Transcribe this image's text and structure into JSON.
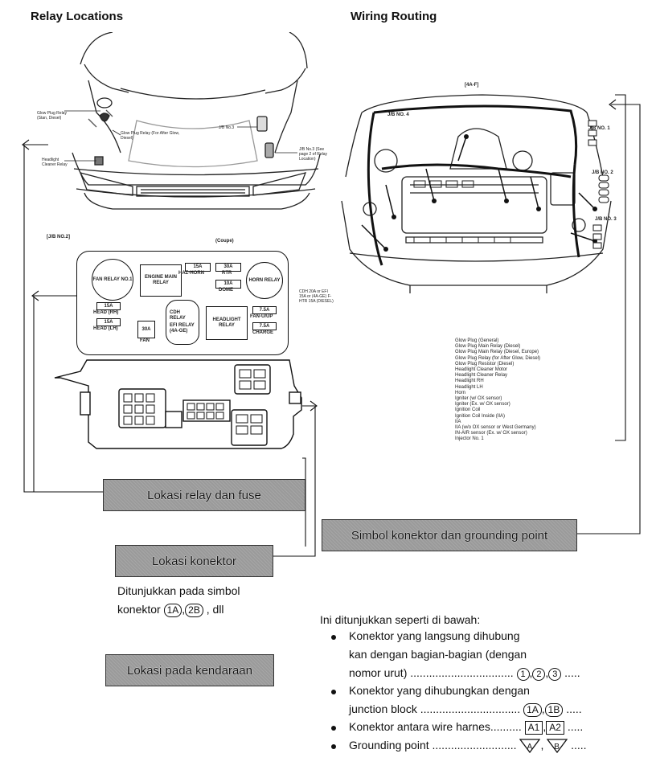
{
  "headings": {
    "relay_locations": "Relay Locations",
    "wiring_routing": "Wiring Routing"
  },
  "relay_callouts": {
    "glow_plug_relay": "Glow Plug Relay (Stan, Diesel)",
    "glow_plug_relay_after": "Glow Plug Relay (For After Glow, Diesel)",
    "headlight_cleaner": "Headlight Cleaner Relay",
    "jb3": "J/B No.3",
    "jb3_see": "J/B No.3 (See page 2 of Relay Location)"
  },
  "jb2": {
    "title": "[J/B NO.2]",
    "coupe": "(Coupe)",
    "fan_relay": "FAN RELAY NO.1",
    "engine_main_relay": "ENGINE MAIN RELAY",
    "fuse_15a_hazhorn": "15A",
    "label_hazhorn": "HAZ-HORN",
    "fuse_30a_rtr": "30A",
    "label_rtr": "RTR",
    "fuse_10a_dome": "10A",
    "label_dome": "DOME",
    "horn_relay": "HORN RELAY",
    "fuse_15a_rh": "15A",
    "label_head_rh": "HEAD (RH)",
    "fuse_15a_lh": "15A",
    "label_head_lh": "HEAD (LH)",
    "fan_fuse": "30A",
    "fan_label": "FAN",
    "cdh_relay": "CDH RELAY",
    "efi_relay": "EFI RELAY (4A-GE)",
    "headlight_relay": "HEADLIGHT RELAY",
    "fuse_75a_fan": "7.5A",
    "label_fan_up": "FAN-U/UP",
    "fuse_75a_charge": "7.5A",
    "label_charge": "CHARGE",
    "side_note": "CDH 20A or EFI 15A or (4A-GE) F-HTR 15A (DIESEL)"
  },
  "wiring": {
    "engine_code": "[4A-F]",
    "jb4": "J/B NO. 4",
    "jb1": "J/B NO. 1",
    "jb2": "J/B NO. 2",
    "jb3": "J/B NO. 3",
    "connector_legend": [
      "Glow Plug (General)",
      "Glow Plug Main Relay (Diesel)",
      "Glow Plug Main Relay (Diesel, Europe)",
      "Glow Plug Relay (for After Glow, Diesel)",
      "Glow Plug Resistor (Diesel)",
      "Headlight Cleaner Motor",
      "Headlight Cleaner Relay",
      "Headlight RH",
      "Headlight LH",
      "Horn",
      "Igniter (w/ OX sensor)",
      "Igniter (Ex. w/ OX sensor)",
      "Ignition Coil",
      "Ignition Coil Inside (IIA)",
      "IIA",
      "IIA (w/o OX sensor or West Germany)",
      "IN-AIR sensor (Ex. w/ OX sensor)",
      "Injector No. 1"
    ]
  },
  "labels": {
    "lokasi_relay": "Lokasi relay dan fuse",
    "simbol_konektor": "Simbol konektor dan grounding point",
    "lokasi_konektor": "Lokasi konektor",
    "lokasi_kendaraan": "Lokasi pada kendaraan"
  },
  "connector_note": {
    "line1": "Ditunjukkan pada simbol",
    "line2_pre": "konektor",
    "sym1": "1A",
    "sym2": "2B",
    "line2_post": ", dll"
  },
  "explanation": {
    "intro": "Ini ditunjukkan seperti di bawah:",
    "item1_line1": "Konektor yang langsung dihubung",
    "item1_line2": "kan dengan bagian-bagian (dengan",
    "item1_line3": "nomor urut) .................................",
    "item1_syms": [
      "1",
      "2",
      "3"
    ],
    "item2_line1": "Konektor yang dihubungkan dengan",
    "item2_line2": "junction block ................................",
    "item2_syms": [
      "1A",
      "1B"
    ],
    "item3": "Konektor antara wire harnes..........",
    "item3_syms": [
      "A1",
      "A2"
    ],
    "item4": "Grounding point ...........................",
    "item4_syms": [
      "A",
      "B"
    ],
    "dots": "....."
  }
}
